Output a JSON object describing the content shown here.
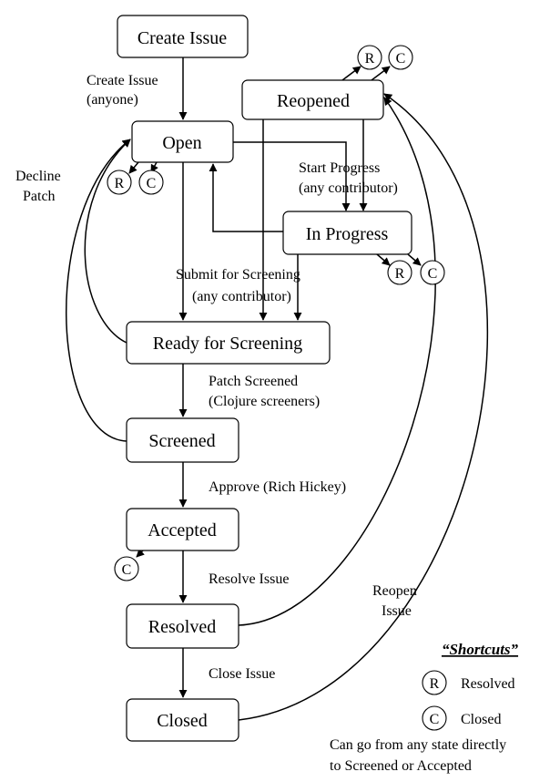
{
  "states": {
    "create_issue": "Create Issue",
    "open": "Open",
    "reopened": "Reopened",
    "in_progress": "In Progress",
    "ready_for_screening": "Ready for Screening",
    "screened": "Screened",
    "accepted": "Accepted",
    "resolved": "Resolved",
    "closed": "Closed"
  },
  "transitions": {
    "create_issue_line1": "Create Issue",
    "create_issue_line2": "(anyone)",
    "decline_patch_line1": "Decline",
    "decline_patch_line2": "Patch",
    "start_progress_line1": "Start Progress",
    "start_progress_line2": "(any contributor)",
    "submit_screening_line1": "Submit for Screening",
    "submit_screening_line2": "(any contributor)",
    "patch_screened_line1": "Patch Screened",
    "patch_screened_line2": "(Clojure screeners)",
    "approve": "Approve (Rich Hickey)",
    "resolve_issue": "Resolve Issue",
    "reopen_issue_line1": "Reopen",
    "reopen_issue_line2": "Issue",
    "close_issue": "Close Issue"
  },
  "shortcut_letters": {
    "resolved": "R",
    "closed": "C"
  },
  "legend": {
    "title": "“Shortcuts”",
    "resolved": "Resolved",
    "closed": "Closed",
    "note_line1": "Can go from any state directly",
    "note_line2": "to Screened or Accepted"
  }
}
